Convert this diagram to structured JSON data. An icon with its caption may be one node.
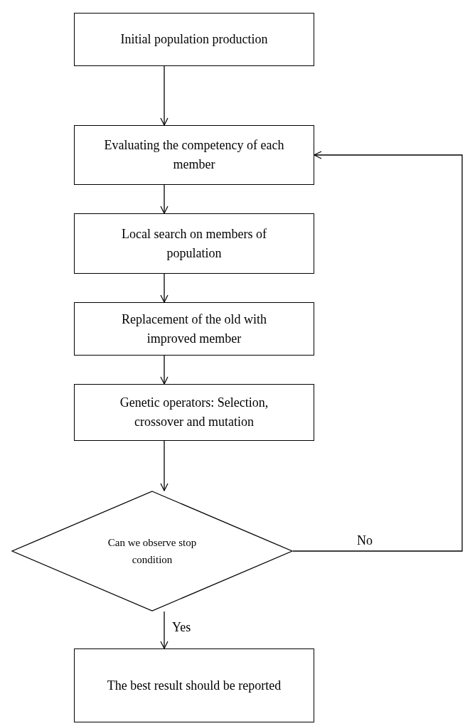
{
  "diagram": {
    "nodes": [
      {
        "text": [
          "Initial population production"
        ]
      },
      {
        "text": [
          "Evaluating the competency of each member"
        ]
      },
      {
        "text": [
          "Local search on members of population"
        ]
      },
      {
        "text": [
          "Replacement of the old with improved member"
        ]
      },
      {
        "text": [
          "Genetic operators: Selection, crossover and mutation"
        ]
      },
      {
        "text": [
          "Can we observe stop condition"
        ]
      },
      {
        "text": [
          "The best result should be reported"
        ]
      }
    ],
    "edges": [
      {
        "from": 0,
        "to": 1,
        "arrow": "to"
      },
      {
        "from": 1,
        "to": 2,
        "arrow": "to"
      },
      {
        "from": 2,
        "to": 3,
        "arrow": "to"
      },
      {
        "from": 3,
        "to": 4,
        "arrow": "to"
      },
      {
        "from": 4,
        "to": 5,
        "arrow": "to"
      },
      {
        "from": 5,
        "to": 6,
        "arrow": "to",
        "label": "Yes"
      },
      {
        "from": 5,
        "to": 1,
        "arrow": "to",
        "label": "No"
      }
    ]
  }
}
